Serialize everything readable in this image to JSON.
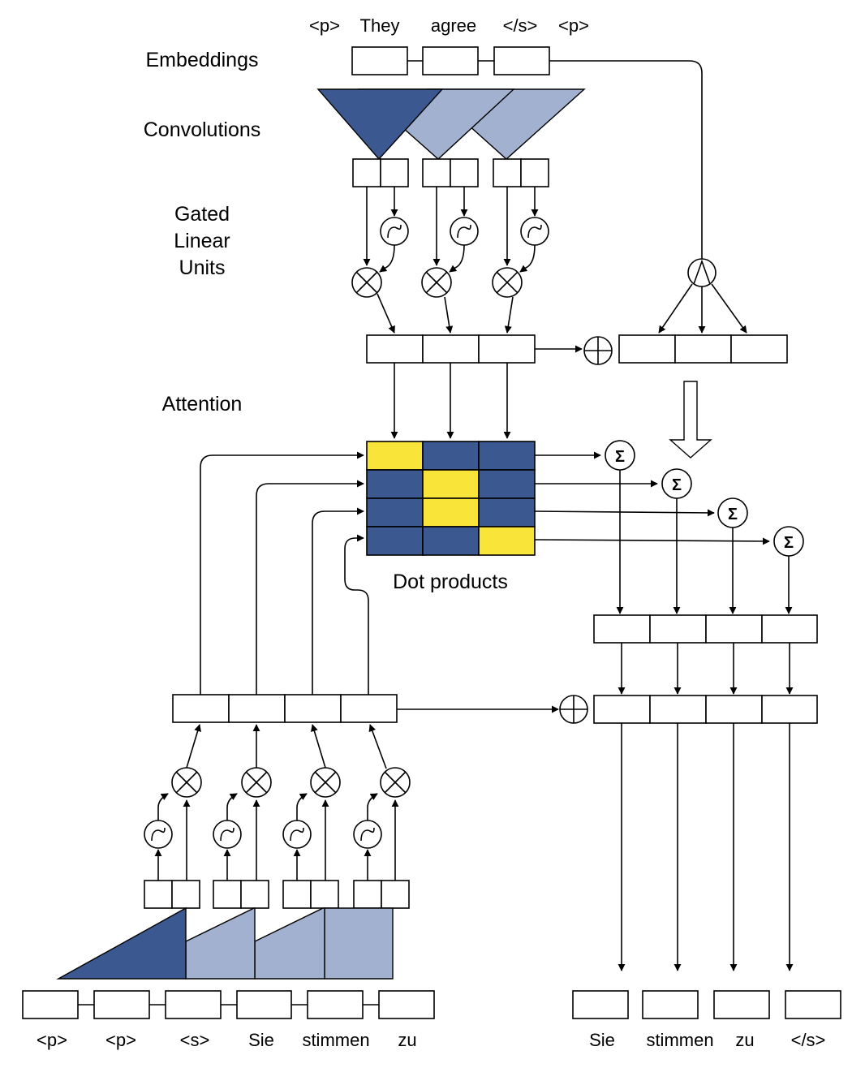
{
  "labels": {
    "embeddings": "Embeddings",
    "convolutions": "Convolutions",
    "glu_line1": "Gated",
    "glu_line2": "Linear",
    "glu_line3": "Units",
    "attention": "Attention",
    "dot_products": "Dot products"
  },
  "source_tokens": [
    "<p>",
    "They",
    "agree",
    "</s>",
    "<p>"
  ],
  "target_input_tokens": [
    "<p>",
    "<p>",
    "<s>",
    "Sie",
    "stimmen",
    "zu"
  ],
  "output_tokens": [
    "Sie",
    "stimmen",
    "zu",
    "</s>"
  ],
  "sum_symbol": "Σ",
  "colors": {
    "dark_blue": "#3b5890",
    "light_blue": "#a1b1cf",
    "highlight_yellow": "#f9e43a",
    "line": "#000000"
  },
  "attention_matrix": [
    [
      1,
      0,
      0
    ],
    [
      0,
      1,
      0
    ],
    [
      0,
      1,
      0
    ],
    [
      0,
      0,
      1
    ]
  ]
}
